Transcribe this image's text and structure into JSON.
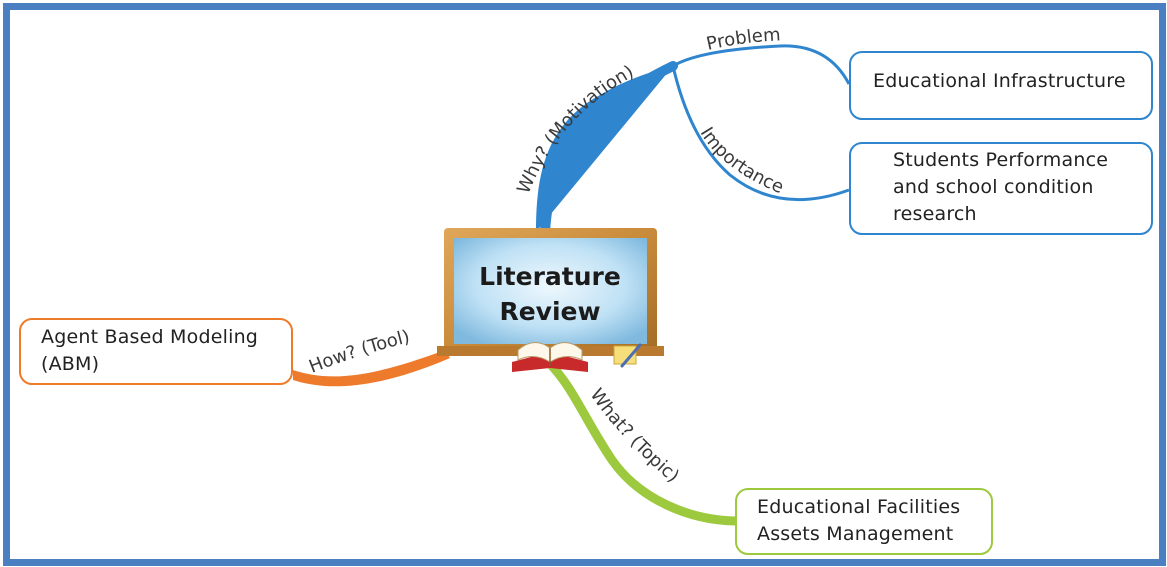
{
  "center": {
    "title_line1": "Literature",
    "title_line2": "Review"
  },
  "branches": {
    "why": "Why? (Motivation)",
    "problem": "Problem",
    "importance": "Importance",
    "how": "How? (Tool)",
    "what": "What? (Topic)"
  },
  "nodes": {
    "infrastructure": [
      "Educational Infrastructure"
    ],
    "students": [
      "Students Performance",
      "and school condition",
      "research"
    ],
    "abm": [
      "Agent Based Modeling",
      "(ABM)"
    ],
    "assets": [
      "Educational Facilities",
      "Assets Management"
    ]
  },
  "colors": {
    "frame": "#4a7fc1",
    "why_branch": "#2f86cf",
    "how_branch": "#ee7a2b",
    "what_branch": "#9dc93f",
    "board_frame": "#c88b3a",
    "board_surface": "#bfe1f5"
  }
}
